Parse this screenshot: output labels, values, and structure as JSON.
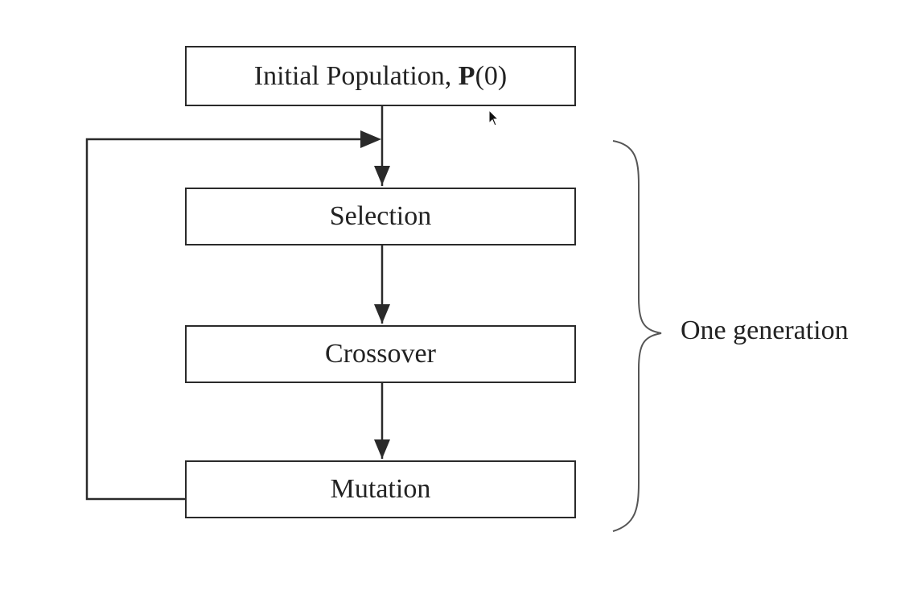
{
  "diagram": {
    "steps": {
      "initial_prefix": "Initial Population, ",
      "initial_symbol": "P",
      "initial_suffix": "(0)",
      "selection": "Selection",
      "crossover": "Crossover",
      "mutation": "Mutation"
    },
    "brace_label": "One generation"
  },
  "colors": {
    "line": "#2a2a2a",
    "text": "#222222",
    "background": "#ffffff"
  }
}
